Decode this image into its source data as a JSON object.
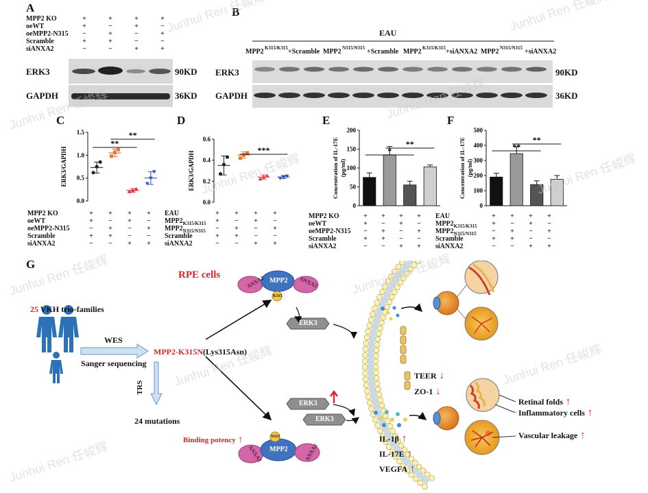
{
  "panels": {
    "A": "A",
    "B": "B",
    "C": "C",
    "D": "D",
    "E": "E",
    "F": "F",
    "G": "G"
  },
  "watermark": "Junhui Ren 任峻辉",
  "panelA": {
    "rows": [
      {
        "label": "MPP2 KO",
        "signs": [
          "+",
          "+",
          "+",
          "+"
        ]
      },
      {
        "label": "oeWT",
        "signs": [
          "+",
          "−",
          "+",
          "−"
        ]
      },
      {
        "label": "oeMPP2-N315",
        "signs": [
          "−",
          "+",
          "−",
          "+"
        ]
      },
      {
        "label": "Scramble",
        "signs": [
          "+",
          "+",
          "−",
          "−"
        ]
      },
      {
        "label": "siANXA2",
        "signs": [
          "−",
          "−",
          "+",
          "+"
        ]
      }
    ],
    "blots": [
      {
        "name": "ERK3",
        "size": "90KD"
      },
      {
        "name": "GAPDH",
        "size": "36KD"
      }
    ]
  },
  "panelB": {
    "header": "EAU",
    "groups": [
      "MPP2",
      "K315/K315",
      "+Scramble",
      "MPP2",
      "N315/N315",
      "+Scramble",
      "MPP2",
      "K315/K315",
      "+siANXA2",
      "MPP2",
      "N315/N315",
      "+siANXA2"
    ],
    "blots": [
      {
        "name": "ERK3",
        "size": "90KD"
      },
      {
        "name": "GAPDH",
        "size": "36KD"
      }
    ]
  },
  "chart_data": [
    {
      "type": "scatter",
      "panel": "C",
      "ylabel": "ERK3/GAPDH",
      "ylim": [
        0,
        1.5
      ],
      "yticks": [
        "0.0",
        "0.5",
        "1.0",
        "1.5"
      ],
      "groups": [
        {
          "mean": 0.73,
          "sd": 0.12,
          "points": [
            0.62,
            0.75,
            0.85
          ],
          "color": "#222222"
        },
        {
          "mean": 1.05,
          "sd": 0.08,
          "points": [
            0.98,
            1.06,
            1.12
          ],
          "color": "#e8762c"
        },
        {
          "mean": 0.23,
          "sd": 0.04,
          "points": [
            0.2,
            0.23,
            0.26
          ],
          "color": "#d9343a"
        },
        {
          "mean": 0.5,
          "sd": 0.14,
          "points": [
            0.38,
            0.5,
            0.64
          ],
          "color": "#2f56b0"
        }
      ],
      "significance": [
        {
          "from": 0,
          "to": 2,
          "label": "**"
        },
        {
          "from": 1,
          "to": 3,
          "label": "**"
        }
      ],
      "conditions": [
        {
          "label": "MPP2 KO",
          "signs": [
            "+",
            "+",
            "+",
            "+"
          ]
        },
        {
          "label": "oeWT",
          "signs": [
            "+",
            "−",
            "+",
            "−"
          ]
        },
        {
          "label": "oeMPP2-N315",
          "signs": [
            "−",
            "+",
            "−",
            "+"
          ]
        },
        {
          "label": "Scramble",
          "signs": [
            "+",
            "+",
            "−",
            "−"
          ]
        },
        {
          "label": "siANXA2",
          "signs": [
            "−",
            "−",
            "+",
            "+"
          ]
        }
      ]
    },
    {
      "type": "scatter",
      "panel": "D",
      "ylabel": "ERK3/GAPDH",
      "ylim": [
        0,
        0.6
      ],
      "yticks": [
        "0.0",
        "0.2",
        "0.4",
        "0.6"
      ],
      "groups": [
        {
          "mean": 0.35,
          "sd": 0.09,
          "points": [
            0.27,
            0.36,
            0.43
          ],
          "color": "#222222"
        },
        {
          "mean": 0.45,
          "sd": 0.03,
          "points": [
            0.42,
            0.45,
            0.47
          ],
          "color": "#e8762c"
        },
        {
          "mean": 0.24,
          "sd": 0.02,
          "points": [
            0.22,
            0.24,
            0.25
          ],
          "color": "#d9343a"
        },
        {
          "mean": 0.24,
          "sd": 0.015,
          "points": [
            0.23,
            0.24,
            0.25
          ],
          "color": "#2f56b0"
        }
      ],
      "significance": [
        {
          "from": 1,
          "to": 3,
          "label": "***"
        }
      ],
      "conditions": [
        {
          "label": "EAU",
          "signs": [
            "+",
            "+",
            "+",
            "+"
          ]
        },
        {
          "label": "MPP2",
          "sub": "K315/K315",
          "signs": [
            "+",
            "−",
            "+",
            "−"
          ]
        },
        {
          "label": "MPP2",
          "sub": "N315/N315",
          "signs": [
            "−",
            "+",
            "−",
            "+"
          ]
        },
        {
          "label": "Scramble",
          "signs": [
            "+",
            "+",
            "−",
            "−"
          ]
        },
        {
          "label": "siANXA2",
          "signs": [
            "−",
            "−",
            "+",
            "+"
          ]
        }
      ]
    },
    {
      "type": "bar",
      "panel": "E",
      "ylabel": "Concentration of IL-17E (pg/ml)",
      "ylim": [
        0,
        200
      ],
      "yticks": [
        "0",
        "50",
        "100",
        "150",
        "200"
      ],
      "values": [
        75,
        135,
        55,
        103
      ],
      "errors": [
        12,
        22,
        10,
        5
      ],
      "colors": [
        "#111111",
        "#9a9a9a",
        "#555555",
        "#cfcfcf"
      ],
      "significance": [
        {
          "from": 0,
          "to": 2,
          "label": "*"
        },
        {
          "from": 1,
          "to": 3,
          "label": "**"
        }
      ],
      "conditions": [
        {
          "label": "MPP2 KO",
          "signs": [
            "+",
            "+",
            "+",
            "+"
          ]
        },
        {
          "label": "oeWT",
          "signs": [
            "+",
            "−",
            "+",
            "−"
          ]
        },
        {
          "label": "oeMPP2-N315",
          "signs": [
            "−",
            "+",
            "−",
            "+"
          ]
        },
        {
          "label": "Scramble",
          "signs": [
            "+",
            "+",
            "−",
            "−"
          ]
        },
        {
          "label": "siANXA2",
          "signs": [
            "−",
            "−",
            "+",
            "+"
          ]
        }
      ]
    },
    {
      "type": "bar",
      "panel": "F",
      "ylabel": "Concentration of IL-17E (pg/ml)",
      "ylim": [
        0,
        500
      ],
      "yticks": [
        "0",
        "100",
        "200",
        "300",
        "400",
        "500"
      ],
      "values": [
        190,
        345,
        140,
        175
      ],
      "errors": [
        25,
        45,
        25,
        25
      ],
      "colors": [
        "#111111",
        "#9a9a9a",
        "#555555",
        "#cfcfcf"
      ],
      "significance": [
        {
          "from": 0,
          "to": 2,
          "label": "**"
        },
        {
          "from": 1,
          "to": 3,
          "label": "**"
        }
      ],
      "conditions": [
        {
          "label": "EAU",
          "signs": [
            "+",
            "+",
            "+",
            "+"
          ]
        },
        {
          "label": "MPP2",
          "sub": "K315/K315",
          "signs": [
            "+",
            "−",
            "+",
            "−"
          ]
        },
        {
          "label": "MPP2",
          "sub": "N315/N315",
          "signs": [
            "−",
            "+",
            "−",
            "+"
          ]
        },
        {
          "label": "Scramble",
          "signs": [
            "+",
            "+",
            "−",
            "−"
          ]
        },
        {
          "label": "siANXA2",
          "signs": [
            "−",
            "−",
            "+",
            "+"
          ]
        }
      ]
    }
  ],
  "panelG": {
    "rpe_title": "RPE cells",
    "families_num": "25",
    "families_text": " VKH trio-families",
    "wes": "WES",
    "sanger": "Sanger sequencing",
    "mutation": "MPP2-K315N",
    "mutation_detail": "(Lys315Asn)",
    "trs": "TRS",
    "mutations_count": "24 mutations",
    "binding": "Binding potency",
    "anxa2": "ANXA2",
    "mpp2": "MPP2",
    "k315": "K315",
    "n315": "N315",
    "erk3": "ERK3",
    "teer": "TEER",
    "zo1": "ZO-1",
    "il1b": "IL-1β",
    "il17e": "IL-17E",
    "vegfa": "VEGFA",
    "retinal_folds": "Retinal folds",
    "inflammatory_cells": "Inflammatory cells",
    "vascular_leakage": "Vascular leakage"
  }
}
